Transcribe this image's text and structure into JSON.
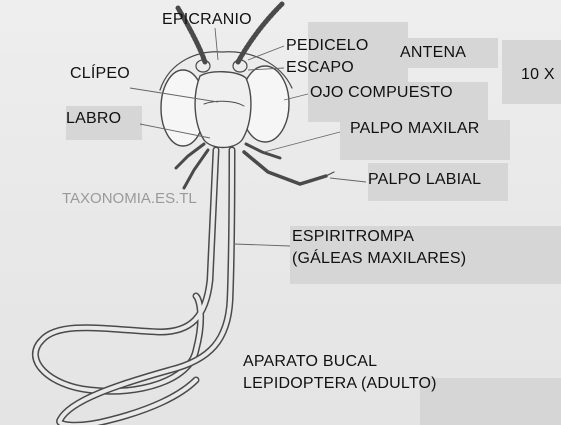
{
  "labels": {
    "epicranio": "EPICRANIO",
    "pedicelo": "PEDICELO",
    "escapo": "ESCAPO",
    "antena": "ANTENA",
    "magnification": "10 X",
    "clipeo": "CLÍPEO",
    "ojo_compuesto": "OJO COMPUESTO",
    "labro": "LABRO",
    "palpo_maxilar": "PALPO MAXILAR",
    "palpo_labial": "PALPO LABIAL",
    "espiritrompa_line1": "ESPIRITROMPA",
    "espiritrompa_line2": "(GÁLEAS MAXILARES)",
    "title_line1": "APARATO BUCAL",
    "title_line2": "LEPIDOPTERA (ADULTO)"
  },
  "watermark": "TAXONOMIA.ES.TL",
  "colors": {
    "background": "#ececec",
    "label_panel": "#d6d6d6",
    "drawing_stroke": "#4a4a4a",
    "leader_line": "#666666"
  }
}
